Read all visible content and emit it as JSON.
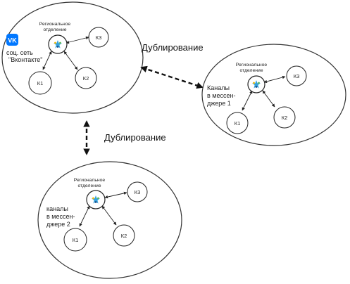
{
  "colors": {
    "vk_blue": "#0077FF",
    "logo_dark_blue": "#1f4e8c",
    "logo_light_blue": "#36a3dc",
    "logo_yellow": "#f2b705",
    "logo_green": "#5cb85c"
  },
  "duplication_labels": {
    "horizontal": "Дублирование",
    "vertical": "Дублирование"
  },
  "groups": [
    {
      "id": "vk",
      "center_caption": [
        "Региональное",
        "отделение"
      ],
      "label": [
        "соц. сеть",
        "\"Вконтакте\""
      ],
      "has_vk_icon": true,
      "nodes": {
        "k1": "К1",
        "k2": "К2",
        "k3": "К3"
      }
    },
    {
      "id": "messenger1",
      "center_caption": [
        "Региональное",
        "отделение"
      ],
      "label": [
        "Каналы",
        "в мессен-",
        "джере 1"
      ],
      "has_vk_icon": false,
      "nodes": {
        "k1": "К1",
        "k2": "К2",
        "k3": "К3"
      }
    },
    {
      "id": "messenger2",
      "center_caption": [
        "Региональное",
        "отделение"
      ],
      "label": [
        "каналы",
        "в мессен-",
        "джере 2"
      ],
      "has_vk_icon": false,
      "nodes": {
        "k1": "К1",
        "k2": "К2",
        "k3": "К3"
      }
    }
  ]
}
